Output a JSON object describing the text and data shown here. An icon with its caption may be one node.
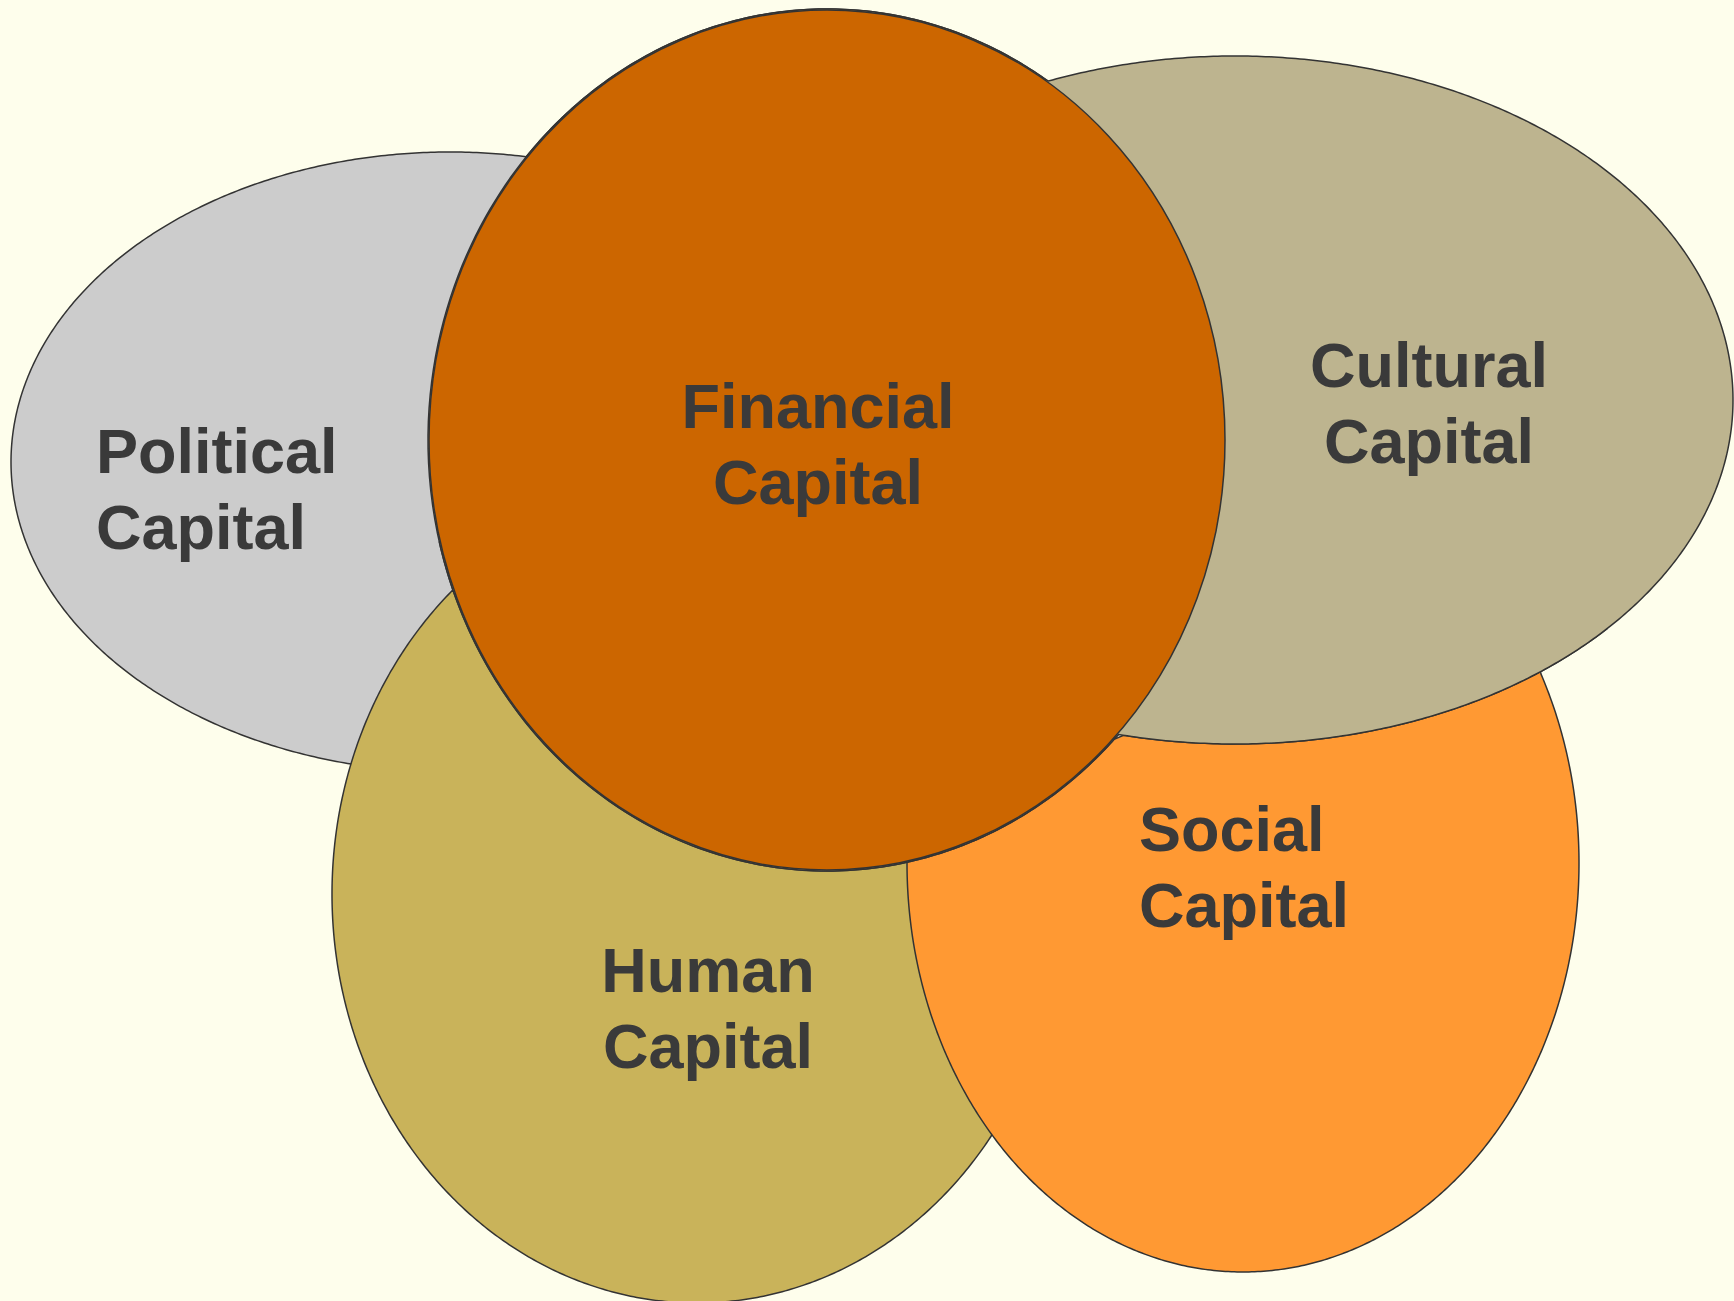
{
  "diagram": {
    "nodes": [
      {
        "text": [
          "Financial Capital"
        ]
      },
      {
        "text": [
          "Cultural Capital"
        ]
      },
      {
        "text": [
          "Political Capital"
        ]
      },
      {
        "text": [
          "Social Capital"
        ]
      },
      {
        "text": [
          "Human Capital"
        ]
      }
    ]
  }
}
